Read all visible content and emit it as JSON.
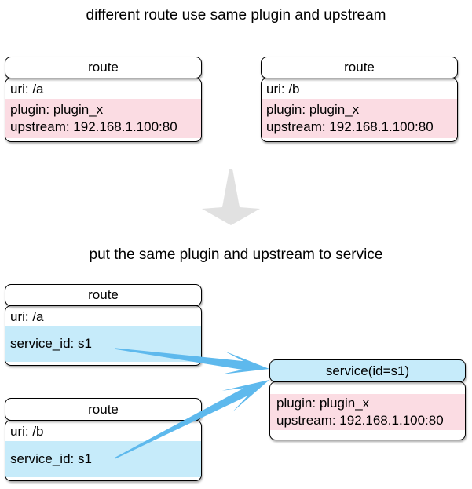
{
  "titles": {
    "first": "different route use same plugin and upstream",
    "second": "put the same plugin and upstream to service"
  },
  "colors": {
    "pink": "#FBDCE3",
    "light_blue": "#C6EBFA",
    "arrow_blue": "#5EB9ED",
    "arrow_gray": "#E1E1E1"
  },
  "section1": {
    "route_a": {
      "header": "route",
      "uri": "uri: /a",
      "plugin": "plugin: plugin_x",
      "upstream": "upstream: 192.168.1.100:80"
    },
    "route_b": {
      "header": "route",
      "uri": "uri: /b",
      "plugin": "plugin: plugin_x",
      "upstream": "upstream: 192.168.1.100:80"
    }
  },
  "section2": {
    "route_a": {
      "header": "route",
      "uri": "uri: /a",
      "service_id": "service_id: s1"
    },
    "route_b": {
      "header": "route",
      "uri": "uri: /b",
      "service_id": "service_id: s1"
    },
    "service": {
      "header": "service(id=s1)",
      "plugin": "plugin: plugin_x",
      "upstream": "upstream: 192.168.1.100:80"
    }
  }
}
